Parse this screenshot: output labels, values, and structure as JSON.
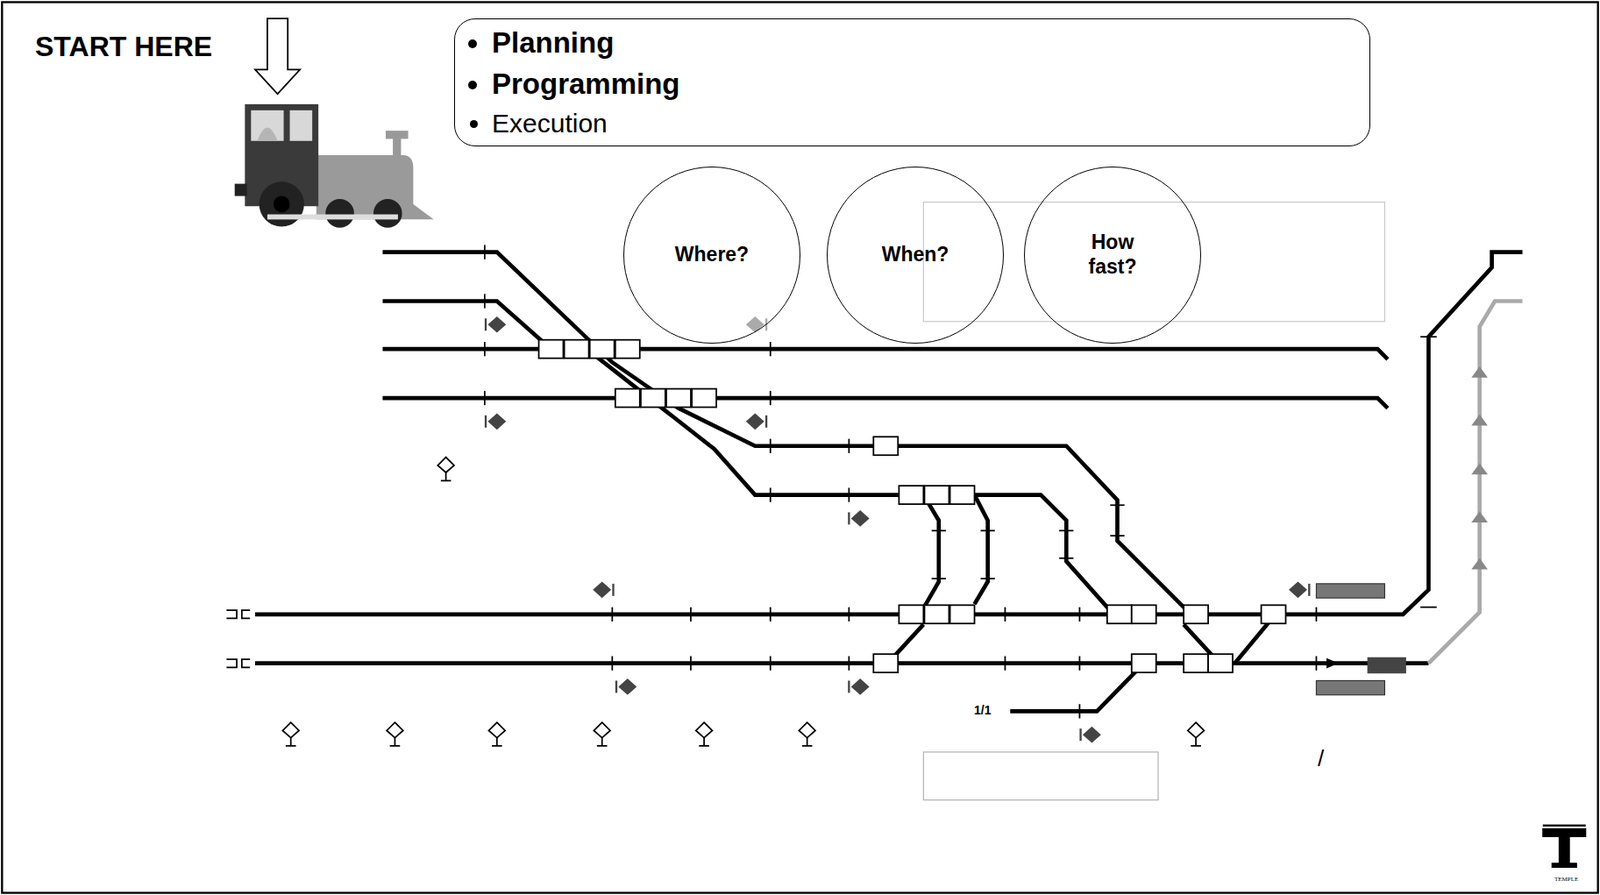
{
  "diagram": {
    "nodes": [
      {
        "text": [
          "Planning",
          "Programming",
          "Execution"
        ]
      },
      {
        "text": [
          "Where?"
        ]
      },
      {
        "text": [
          "When?"
        ]
      },
      {
        "text": [
          "How fast?"
        ]
      }
    ],
    "labels": [
      "START HERE",
      "1/1",
      "/",
      "TEMPLE"
    ]
  }
}
